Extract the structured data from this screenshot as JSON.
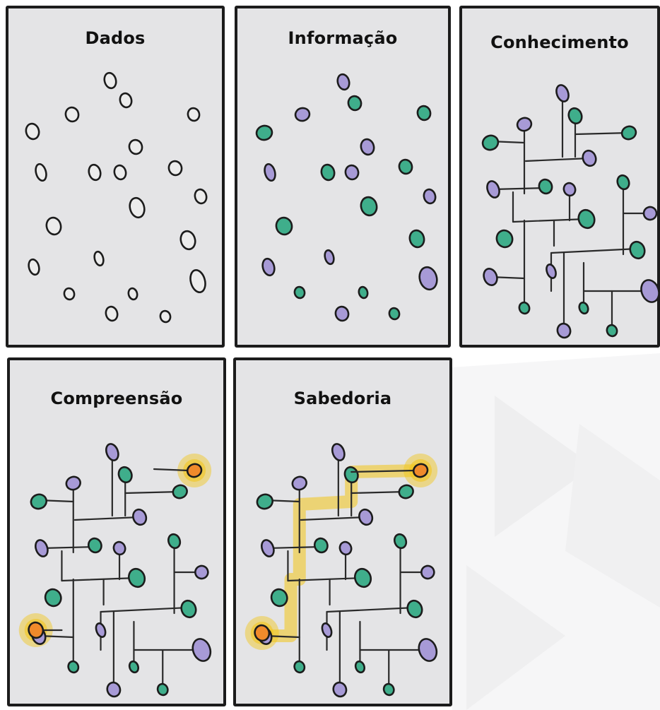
{
  "panels": [
    {
      "title": "Dados"
    },
    {
      "title": "Informação"
    },
    {
      "title": "Conhecimento"
    },
    {
      "title": "Compreensão"
    },
    {
      "title": "Sabedoria"
    }
  ],
  "colors": {
    "panel_bg": "#e4e4e6",
    "outline": "#1c1c1c",
    "purple": "#a79ad6",
    "green": "#3fae8b",
    "empty": "#ececec",
    "highlight": "#f2c516",
    "highlight_node": "#f08a2b"
  }
}
